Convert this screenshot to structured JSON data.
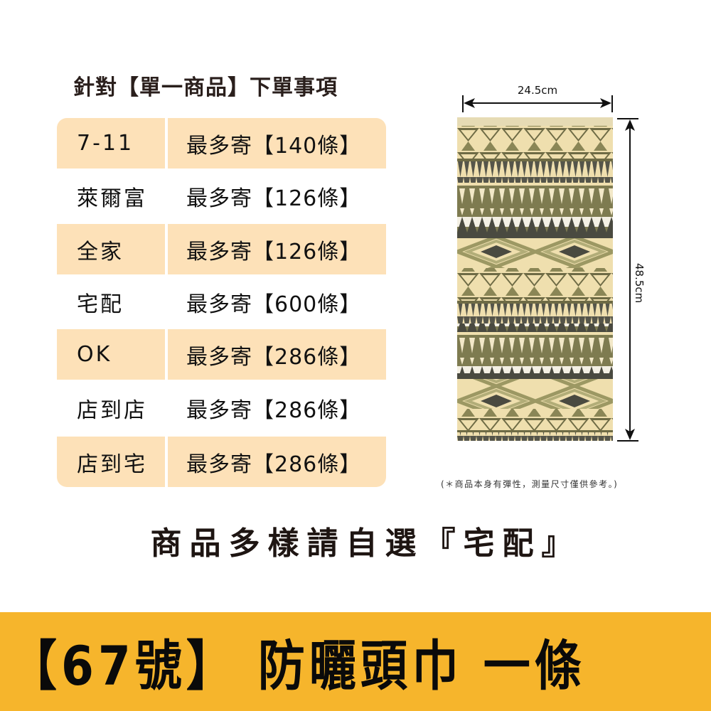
{
  "heading": "針對【單一商品】下單事項",
  "shipping_table": {
    "rows": [
      {
        "method": "7-11",
        "limit": "最多寄【140條】",
        "highlighted": true
      },
      {
        "method": "萊爾富",
        "limit": "最多寄【126條】",
        "highlighted": false
      },
      {
        "method": "全家",
        "limit": "最多寄【126條】",
        "highlighted": true
      },
      {
        "method": "宅配",
        "limit": "最多寄【600條】",
        "highlighted": false
      },
      {
        "method": "OK",
        "limit": "最多寄【286條】",
        "highlighted": true
      },
      {
        "method": "店到店",
        "limit": "最多寄【286條】",
        "highlighted": false
      },
      {
        "method": "店到宅",
        "limit": "最多寄【286條】",
        "highlighted": true
      }
    ]
  },
  "product_image": {
    "width_label": "24.5cm",
    "height_label": "48.5cm",
    "note": "(＊商品本身有彈性，測量尺寸僅供參考。)"
  },
  "promo_text": "商品多樣請自選『宅配』",
  "banner": {
    "title": "【67號】 防曬頭巾 一條"
  },
  "colors": {
    "row_fill": "#FDE1B8",
    "banner": "#F6B52C",
    "text": "#231815",
    "fabric_olive": "#8a8656",
    "fabric_dark": "#4a4a40",
    "fabric_cream": "#efe1b2"
  }
}
